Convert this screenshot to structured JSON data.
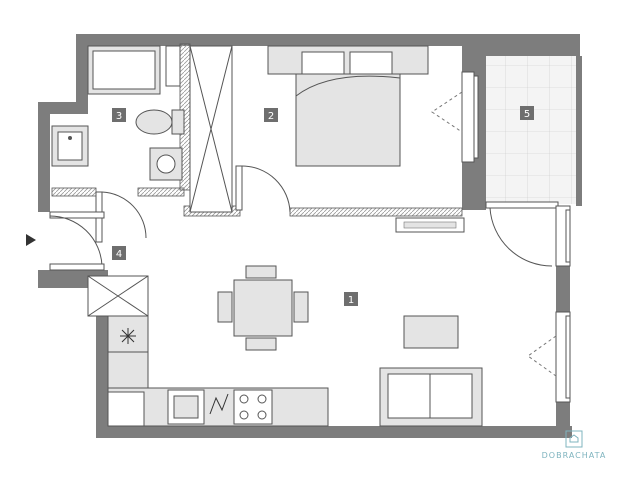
{
  "rooms": [
    {
      "id": "1",
      "label": "1"
    },
    {
      "id": "2",
      "label": "2"
    },
    {
      "id": "3",
      "label": "3"
    },
    {
      "id": "4",
      "label": "4"
    },
    {
      "id": "5",
      "label": "5"
    }
  ],
  "brand": {
    "name": "DOBRACHATA",
    "logo": "house-logo-icon"
  },
  "colors": {
    "wall": "#7d7d7d",
    "furniture_fill": "#e4e4e4",
    "line": "#555555",
    "label_bg": "#6e6e6e",
    "brand": "#7fb4bf"
  },
  "entrance_icon": "entrance-arrow-icon"
}
